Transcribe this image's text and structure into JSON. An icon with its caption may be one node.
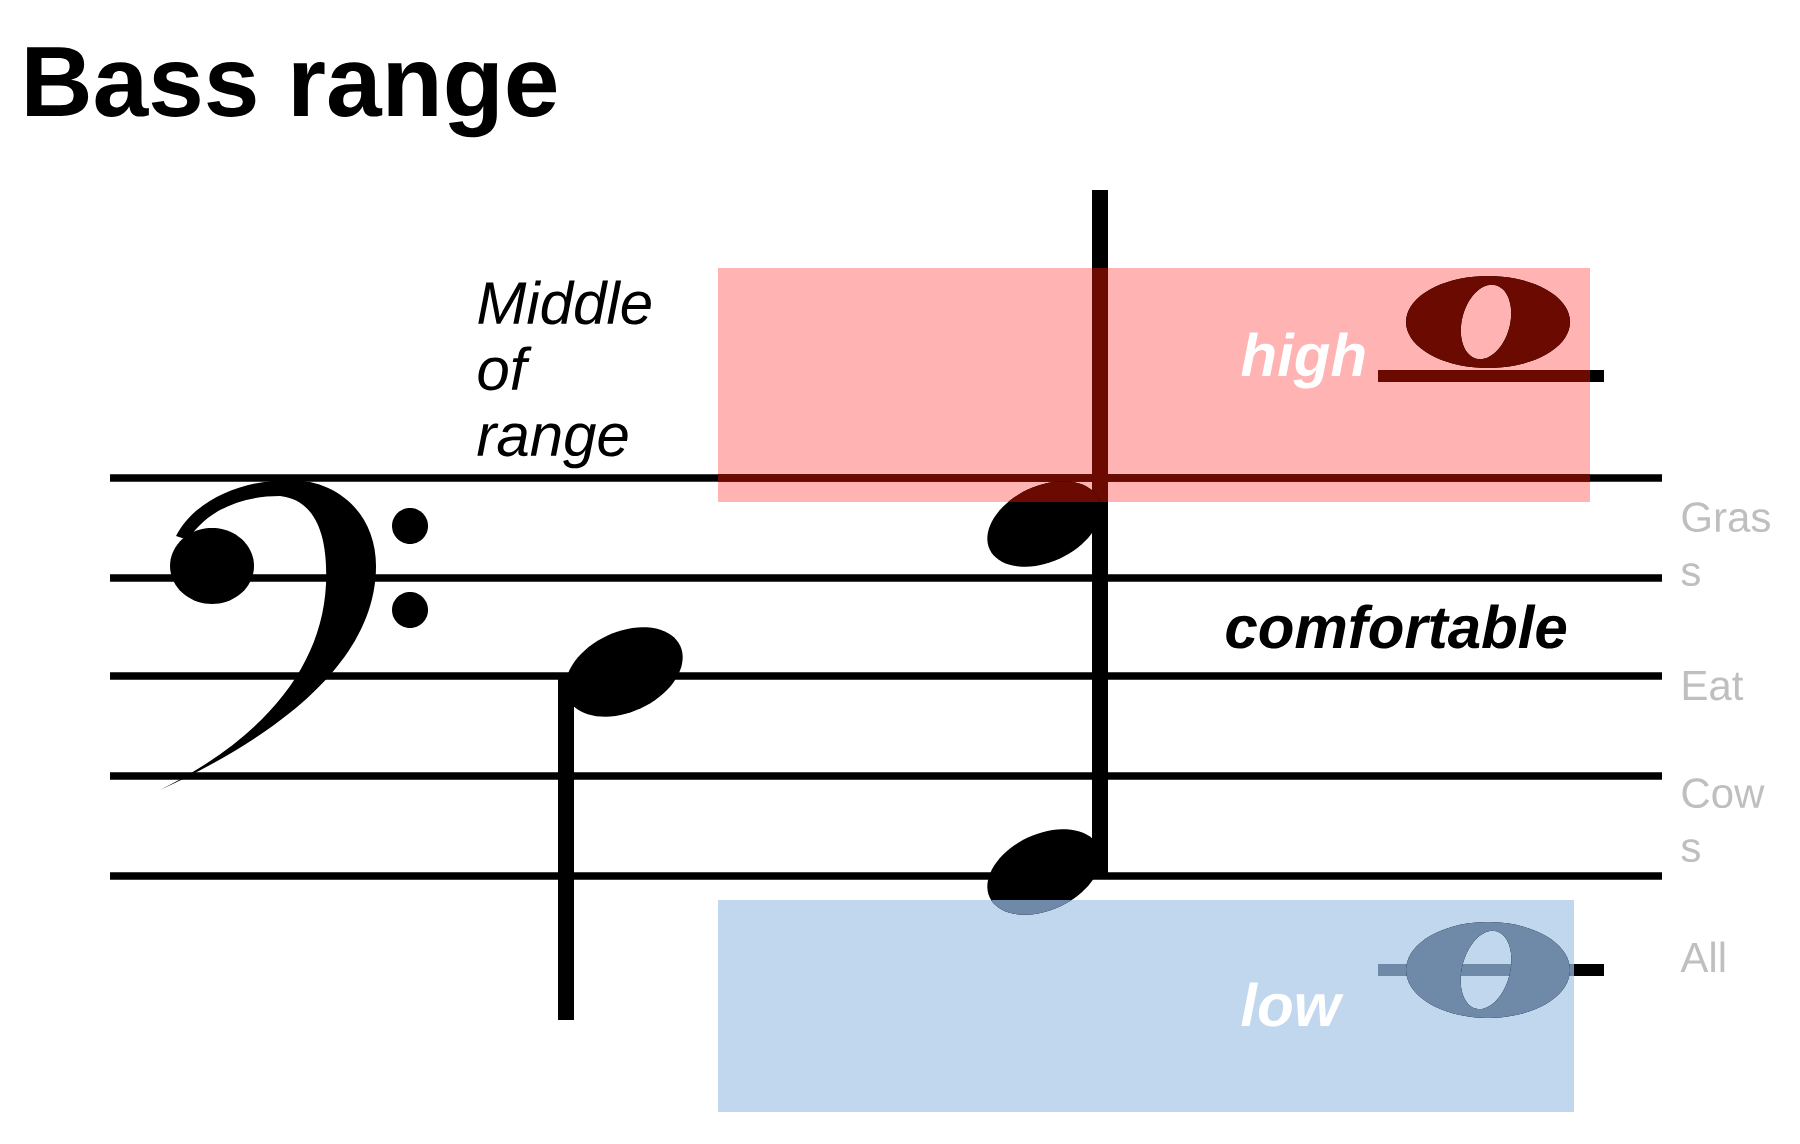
{
  "diagram": {
    "title": "Bass range",
    "nodes": [
      {
        "text": [
          "high"
        ]
      },
      {
        "text": [
          "low"
        ]
      }
    ],
    "labels": [
      "Middle of range",
      "comfortable",
      "Gras s",
      "Eat",
      "Cow s",
      "All"
    ]
  }
}
